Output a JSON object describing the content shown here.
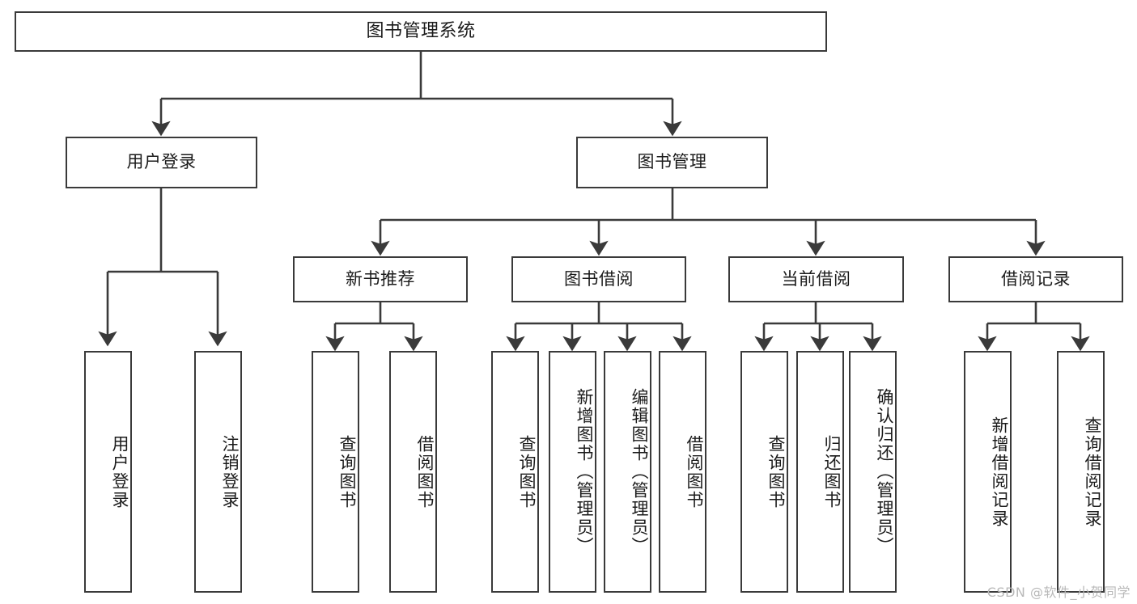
{
  "diagram": {
    "title": "图书管理系统",
    "type": "tree-functional-structure",
    "watermark": "CSDN @软件_小贺同学",
    "colors": {
      "stroke": "#3a3a3a",
      "fill": "#ffffff",
      "text": "#1b1b1b",
      "watermark": "#b9b9b9"
    },
    "nodes": {
      "root": {
        "label": "图书管理系统"
      },
      "level2": [
        {
          "label": "用户登录"
        },
        {
          "label": "图书管理"
        }
      ],
      "level3": [
        {
          "label": "新书推荐"
        },
        {
          "label": "图书借阅"
        },
        {
          "label": "当前借阅"
        },
        {
          "label": "借阅记录"
        }
      ],
      "leaves": {
        "user_login": [
          {
            "label": "用户登录"
          },
          {
            "label": "注销登录"
          }
        ],
        "new_book_recommend": [
          {
            "label": "查询图书"
          },
          {
            "label": "借阅图书"
          }
        ],
        "book_borrow": [
          {
            "label": "查询图书"
          },
          {
            "label": "新增图书（管理员）"
          },
          {
            "label": "编辑图书（管理员）"
          },
          {
            "label": "借阅图书"
          }
        ],
        "current_borrow": [
          {
            "label": "查询图书"
          },
          {
            "label": "归还图书"
          },
          {
            "label": "确认归还（管理员）"
          }
        ],
        "borrow_record": [
          {
            "label": "新增借阅记录"
          },
          {
            "label": "查询借阅记录"
          }
        ]
      }
    }
  }
}
